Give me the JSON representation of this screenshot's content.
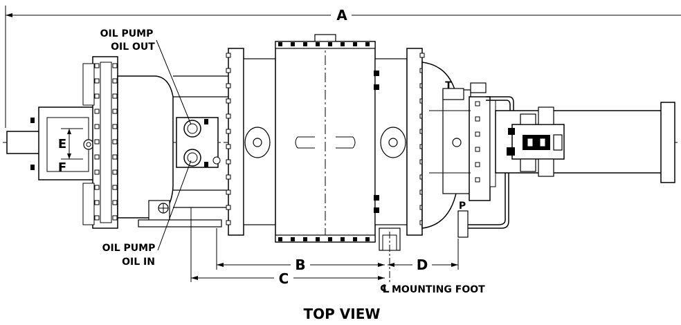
{
  "labels": {
    "dim_a": "A",
    "dim_b": "B",
    "dim_c": "C",
    "dim_d": "D",
    "dim_e": "E",
    "dim_f": "F",
    "oil_pump_out_line1": "OIL PUMP",
    "oil_pump_out_line2": "OIL OUT",
    "oil_pump_in_line1": "OIL PUMP",
    "oil_pump_in_line2": "OIL IN",
    "port_t": "T",
    "port_p": "P",
    "mounting_foot": "MOUNTING FOOT",
    "centerline_symbol": "℄",
    "view_title": "TOP VIEW"
  }
}
